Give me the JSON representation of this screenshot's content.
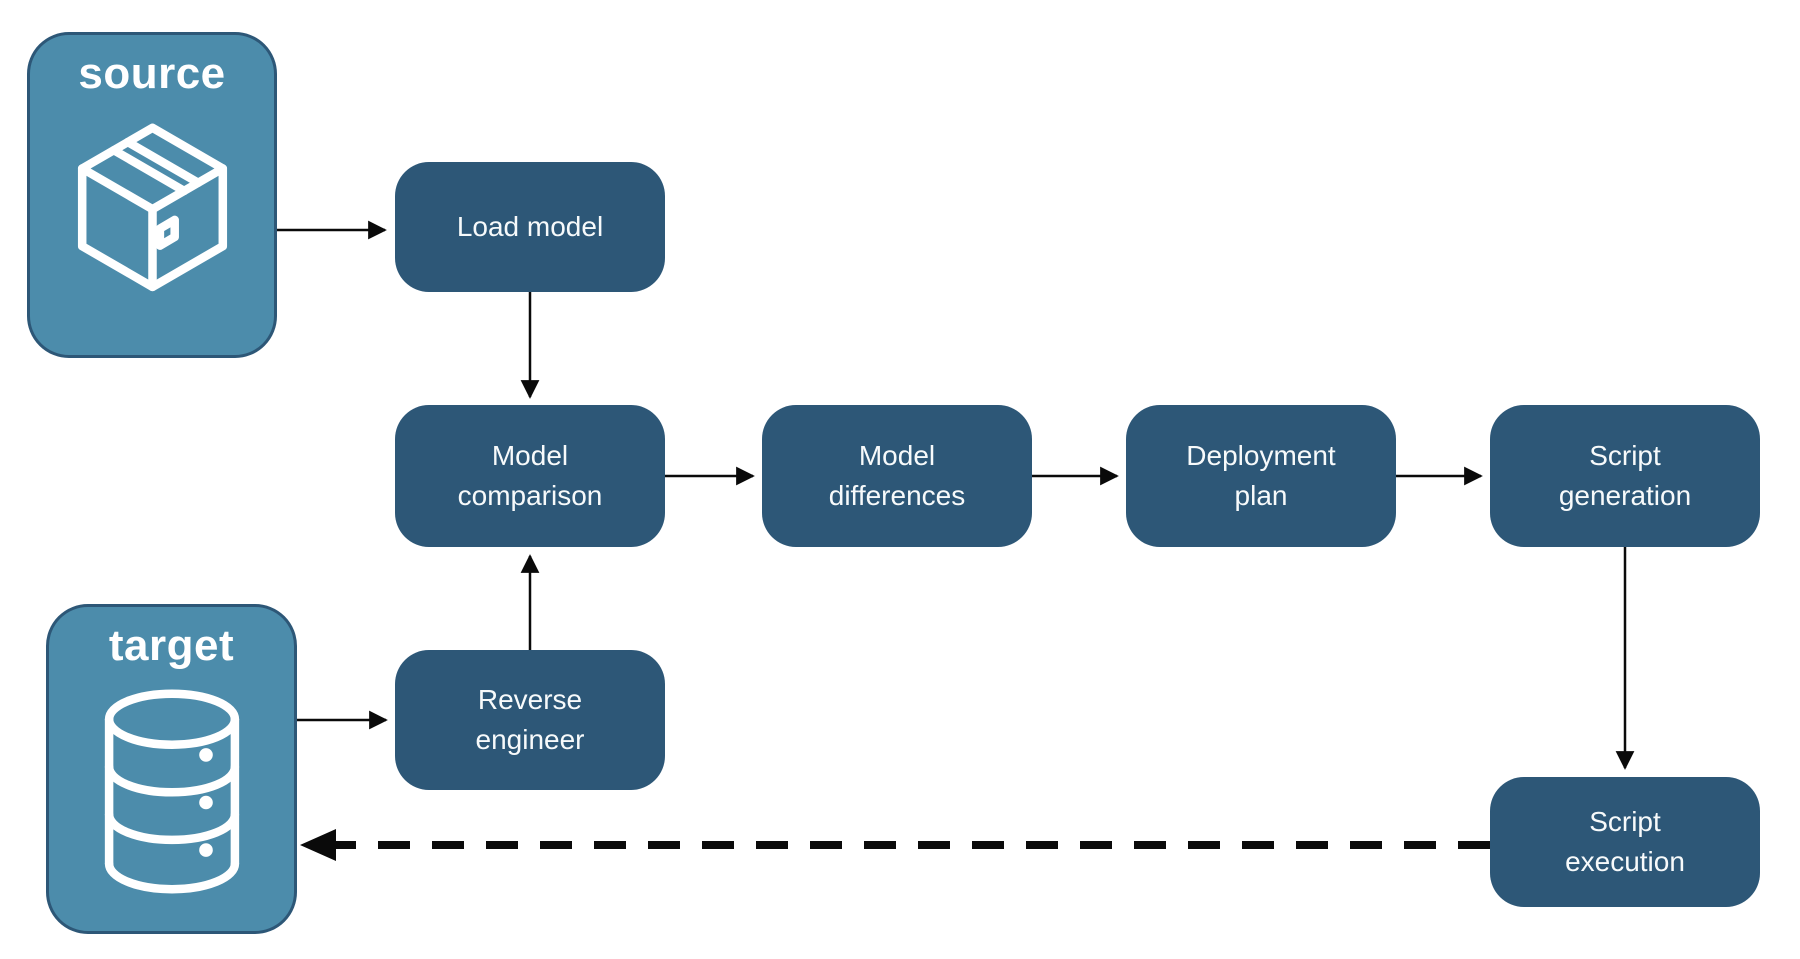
{
  "diagram": {
    "background_color": "#ffffff",
    "colors": {
      "node_fill": "#2D5777",
      "container_fill": "#4C8CAB",
      "container_border": "#2D5777",
      "label_text": "#FFFFFF",
      "arrow": "#0A0A0A"
    },
    "containers": [
      {
        "id": "source",
        "label": "source",
        "icon": "package-icon"
      },
      {
        "id": "target",
        "label": "target",
        "icon": "database-icon"
      }
    ],
    "nodes": [
      {
        "id": "load-model",
        "label": "Load model"
      },
      {
        "id": "model-comparison",
        "label": "Model comparison"
      },
      {
        "id": "model-differences",
        "label": "Model differences"
      },
      {
        "id": "deployment-plan",
        "label": "Deployment plan"
      },
      {
        "id": "script-generation",
        "label": "Script generation"
      },
      {
        "id": "reverse-engineer",
        "label": "Reverse engineer"
      },
      {
        "id": "script-execution",
        "label": "Script execution"
      }
    ],
    "edges": [
      {
        "from": "source",
        "to": "load-model",
        "style": "solid"
      },
      {
        "from": "load-model",
        "to": "model-comparison",
        "style": "solid"
      },
      {
        "from": "model-comparison",
        "to": "model-differences",
        "style": "solid"
      },
      {
        "from": "model-differences",
        "to": "deployment-plan",
        "style": "solid"
      },
      {
        "from": "deployment-plan",
        "to": "script-generation",
        "style": "solid"
      },
      {
        "from": "script-generation",
        "to": "script-execution",
        "style": "solid"
      },
      {
        "from": "target",
        "to": "reverse-engineer",
        "style": "solid"
      },
      {
        "from": "reverse-engineer",
        "to": "model-comparison",
        "style": "solid"
      },
      {
        "from": "script-execution",
        "to": "target",
        "style": "dashed"
      }
    ]
  }
}
